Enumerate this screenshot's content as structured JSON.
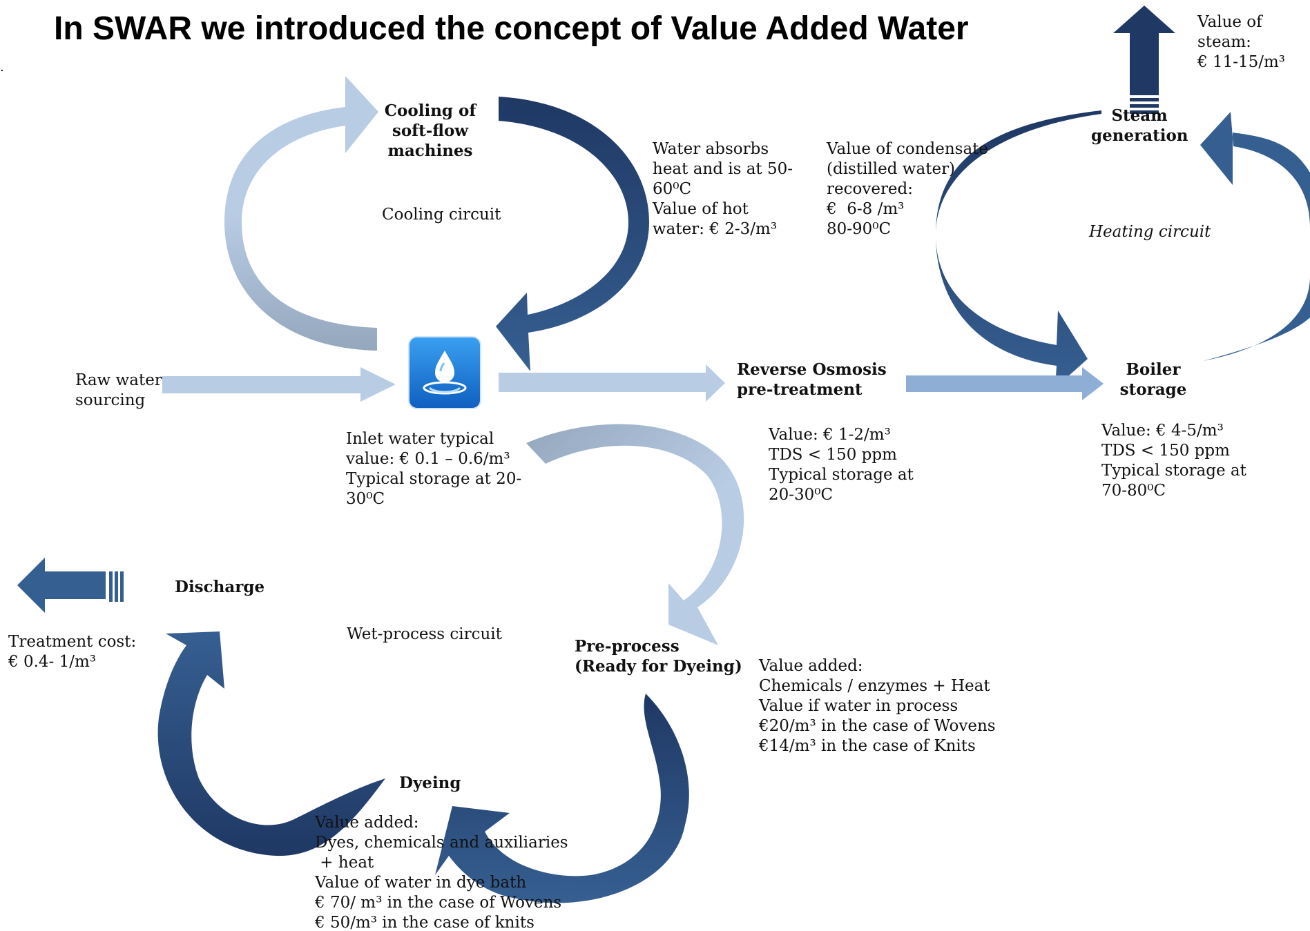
{
  "title": "In SWAR we introduced the concept of Value Added Water",
  "stray_mark": ".",
  "colors": {
    "light": "#b8cce4",
    "light_grey": "#94a7bd",
    "mid": "#8eaed6",
    "dark": "#365f91",
    "darkest": "#1f3864",
    "icon": "#1c7fd8"
  },
  "icons": {
    "water": "water-drop-icon"
  },
  "nodes": {
    "cooling_machines": "Cooling of\nsoft-flow\nmachines",
    "reverse_osmosis": "Reverse Osmosis\npre-treatment",
    "boiler_storage": "Boiler\nstorage",
    "steam_generation": "Steam\ngeneration",
    "discharge": "Discharge",
    "pre_process": "Pre-process\n(Ready for Dyeing)",
    "dyeing": "Dyeing"
  },
  "circuits": {
    "cooling": "Cooling circuit",
    "heating": "Heating circuit",
    "wet_process": "Wet-process circuit"
  },
  "notes": {
    "raw_water": "Raw water\nsourcing",
    "hot_water": "Water absorbs\nheat and is at 50-\n60⁰C\nValue of hot\nwater: € 2-3/m³",
    "condensate": "Value of condensate\n(distilled water)\nrecovered:\n€  6-8 /m³\n80-90⁰C",
    "steam_value": "Value of\nsteam:\n€ 11-15/m³",
    "inlet_water": "Inlet water typical\nvalue: € 0.1 – 0.6/m³\nTypical storage at 20-\n30⁰C",
    "ro_value": "Value: € 1-2/m³\nTDS < 150 ppm\nTypical storage at\n20-30⁰C",
    "boiler_value": "Value: € 4-5/m³\nTDS < 150 ppm\nTypical storage at\n70-80⁰C",
    "treatment_cost": "Treatment cost:\n€ 0.4- 1/m³",
    "preprocess_value": "Value added:\nChemicals / enzymes + Heat\nValue if water in process\n€20/m³ in the case of Wovens\n€14/m³ in the case of Knits",
    "dyeing_value": "Value added:\nDyes, chemicals and auxiliaries\n + heat\nValue of water in dye bath\n€ 70/ m³ in the case of Wovens\n€ 50/m³ in the case of knits"
  }
}
